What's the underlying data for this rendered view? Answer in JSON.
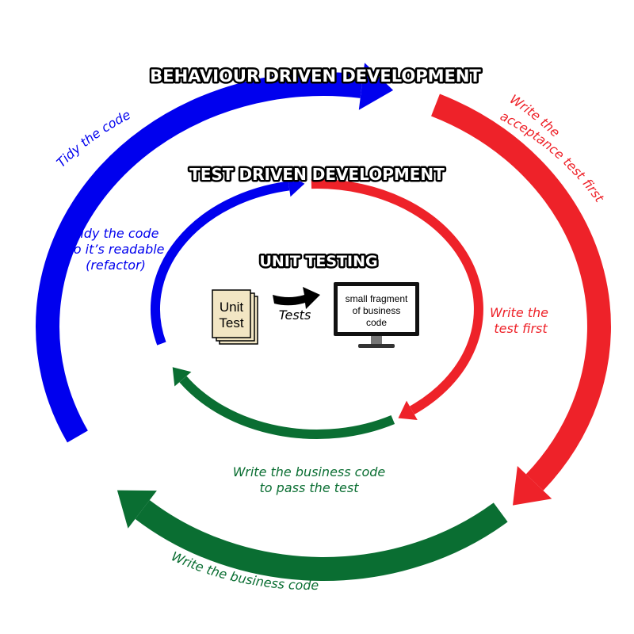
{
  "colors": {
    "blue": "#0000ee",
    "red": "#ee2229",
    "green": "#0a6e32",
    "card": "#f2e6c4"
  },
  "titles": {
    "bdd": "BEHAVIOUR DRIVEN DEVELOPMENT",
    "tdd": "TEST DRIVEN DEVELOPMENT",
    "unit": "UNIT TESTING"
  },
  "outer": {
    "refactor": "Tidy the code",
    "acceptance_line1": "Write the",
    "acceptance_line2": "acceptance test first",
    "business": "Write the business code"
  },
  "inner": {
    "refactor_line1": "Tidy the code",
    "refactor_line2": "so it’s readable",
    "refactor_line3": "(refactor)",
    "test_line1": "Write the",
    "test_line2": "test first",
    "business_line1": "Write the business code",
    "business_line2": "to pass the test"
  },
  "center": {
    "card_line1": "Unit",
    "card_line2": "Test",
    "arrow_label": "Tests",
    "monitor_line1": "small fragment",
    "monitor_line2": "of business",
    "monitor_line3": "code"
  }
}
